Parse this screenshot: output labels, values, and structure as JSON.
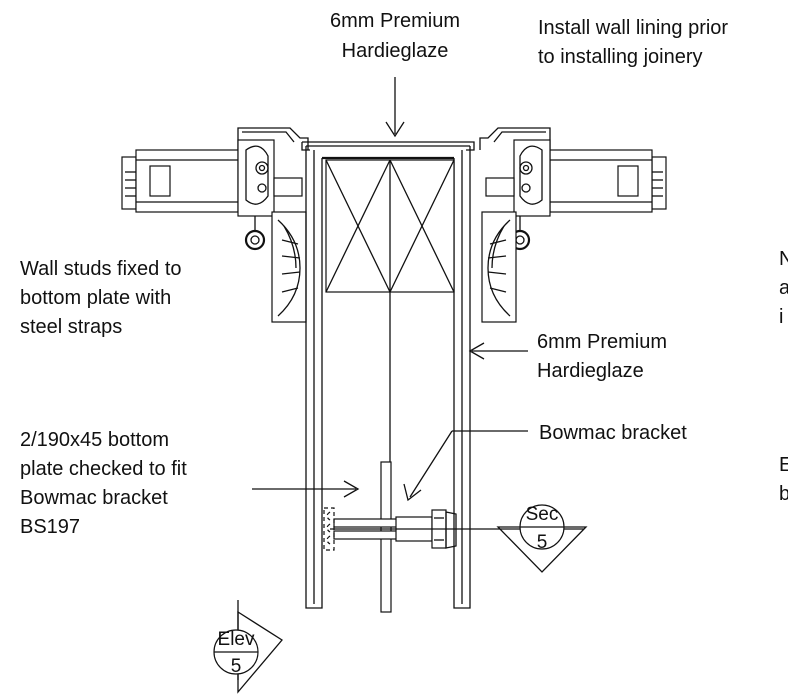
{
  "annotations": {
    "top_label": [
      "6mm Premium",
      "Hardieglaze"
    ],
    "top_right_note": [
      "Install wall lining prior",
      "to installing joinery"
    ],
    "left_note": [
      "Wall studs fixed to",
      "bottom plate with",
      "steel straps"
    ],
    "right_lining_label": [
      "6mm Premium",
      "Hardieglaze"
    ],
    "bowmac_label": "Bowmac bracket",
    "bottom_plate_note": [
      "2/190x45 bottom",
      "plate checked to fit",
      "Bowmac bracket",
      "BS197"
    ],
    "clipped_right_1": [
      "N",
      "a",
      "i"
    ],
    "clipped_right_2": [
      "E",
      "b"
    ]
  },
  "section_marker": {
    "top": "Sec",
    "bottom": "5"
  },
  "elevation_marker": {
    "top": "Elev",
    "bottom": "5"
  }
}
